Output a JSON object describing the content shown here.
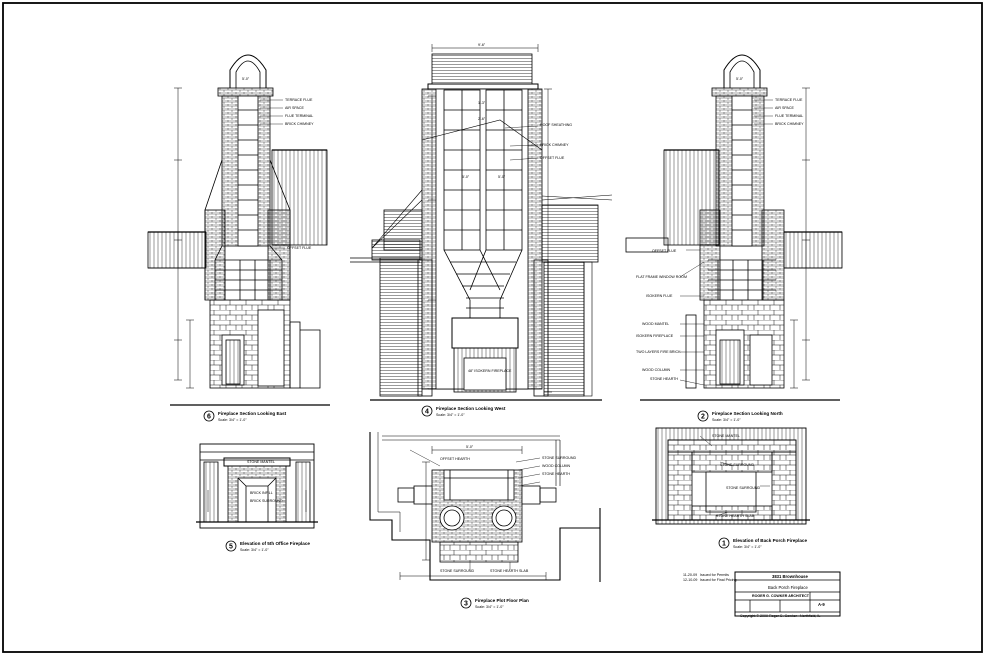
{
  "sheet": {
    "colors": {
      "line": "#000000",
      "paper": "#ffffff"
    }
  },
  "views": {
    "v6": {
      "number": "6",
      "title": "Fireplace Section Looking East",
      "scale": "Scale: 3/4\" = 1'-0\""
    },
    "v4": {
      "number": "4",
      "title": "Fireplace Section Looking West",
      "scale": "Scale: 3/4\" = 1'-0\""
    },
    "v2": {
      "number": "2",
      "title": "Fireplace Section Looking North",
      "scale": "Scale: 3/4\" = 1'-0\""
    },
    "v5": {
      "number": "5",
      "title": "Elevation of 5th Office Fireplace",
      "scale": "Scale: 3/4\" = 1'-0\""
    },
    "v3": {
      "number": "3",
      "title": "Fireplace Plot Floor Plan",
      "scale": "Scale: 3/4\" = 1'-0\""
    },
    "v1": {
      "number": "1",
      "title": "Elevation of Back Porch Fireplace",
      "scale": "Scale: 3/4\" = 1'-0\""
    }
  },
  "notes": {
    "v6": [
      "TERRACE FLUE",
      "AIR SPACE",
      "FLUE TERMINAL",
      "BRICK CHIMNEY",
      "OFFSET FLUE"
    ],
    "v4": [
      "ROOF SHEATHING",
      "BRICK CHIMNEY",
      "OFFSET FLUE",
      "48\" ISOKERN FIREPLACE"
    ],
    "v2": [
      "TERRACE FLUE",
      "AIR SPACE",
      "FLUE TERMINAL",
      "BRICK CHIMNEY",
      "OFFSET FLUE",
      "FLAT FRAME WINDOW ROOM",
      "ISOKERN FLUE",
      "WOOD MANTEL",
      "ISOKERN FIREPLACE",
      "TWO LAYERS FIRE BRICK",
      "WOOD COLUMN",
      "STONE HEARTH"
    ],
    "v5": [
      "STONE MANTEL",
      "BRICK INFILL",
      "BRICK SURROUND"
    ],
    "v3": [
      "OFFSET HEARTH",
      "STONE SURROUND",
      "WOOD COLUMN",
      "STONE HEARTH",
      "STONE SURROUND",
      "STONE HEARTH SLAB"
    ],
    "v1": [
      "STONE MANTEL",
      "STONE SURROUND",
      "STONE SURROUND",
      "STONE HEARTH SLAB"
    ]
  },
  "dimensions": {
    "v4_top": "9'-6\"",
    "v6_top": "5'-0\"",
    "v2_top": "5'-0\"",
    "v4_inner_a": "1'-3\"",
    "v4_inner_b": "2'-6\"",
    "v4_flue_a": "5'-0\"",
    "v4_flue_b": "5'-0\"",
    "v3_top": "5'-0\""
  },
  "title_block": {
    "revisions": [
      {
        "date": "11-20-09",
        "text": "Issued for Permits"
      },
      {
        "date": "12-10-09",
        "text": "Issued for Final Pricing"
      }
    ],
    "project": "3831 Brownhouse",
    "drawing_title": "Back Porch Fireplace",
    "architect": "ROGER G. COWKER ARCHITECT",
    "sheet_no": "A-9",
    "copyright": "Copyright © 2009 Roger G. Cowker • Northfield, IL"
  }
}
